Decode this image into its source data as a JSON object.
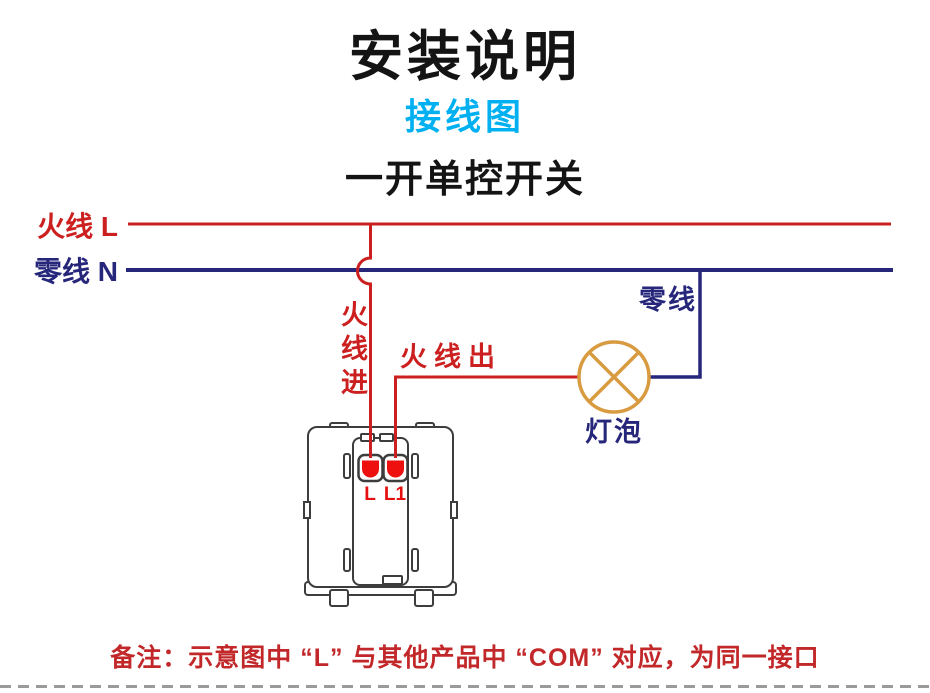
{
  "header": {
    "title": "安装说明",
    "subtitle": "接线图",
    "heading": "一开单控开关"
  },
  "labels": {
    "live_bus": "火线 L",
    "neutral_bus": "零线 N",
    "live_in": "火线进",
    "live_out": "火线出",
    "lamp_neutral": "零线",
    "bulb": "灯泡",
    "terminal_l": "L",
    "terminal_l1": "L1"
  },
  "note": {
    "text": "备注：示意图中 “L” 与其他产品中 “COM” 对应，为同一接口"
  },
  "colors": {
    "live_red": "#cc2020",
    "neutral_navy": "#26267b",
    "accent_cyan": "#00b0f0",
    "bulb_orange": "#d89b40",
    "device_gray": "#3d3d3d",
    "terminal_red": "#ee0f0f",
    "note_red": "#c2282a",
    "dash_gray": "#9a9a9a"
  }
}
